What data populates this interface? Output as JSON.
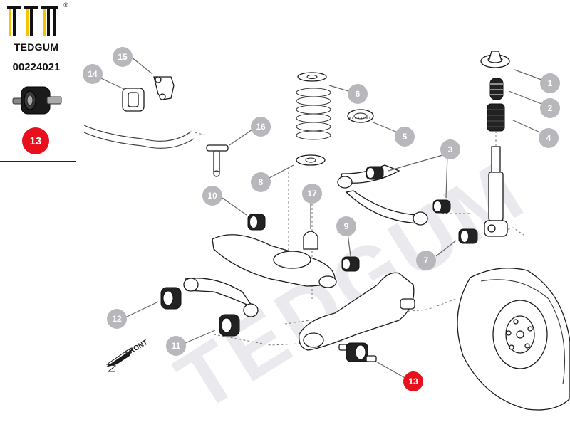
{
  "brand": {
    "name": "TEDGUM",
    "registered": "®",
    "part_number": "00224021",
    "badge_number": "13"
  },
  "watermark": "TEDGUM",
  "front_label": "FRONT",
  "colors": {
    "callout_gray": "#b7b7bc",
    "callout_red": "#e8101c",
    "watermark": "#e9e9ee",
    "line": "#1a1a1a"
  },
  "callouts": [
    {
      "id": "1",
      "label": "1"
    },
    {
      "id": "2",
      "label": "2"
    },
    {
      "id": "3",
      "label": "3"
    },
    {
      "id": "4",
      "label": "4"
    },
    {
      "id": "5",
      "label": "5"
    },
    {
      "id": "6",
      "label": "6"
    },
    {
      "id": "7",
      "label": "7"
    },
    {
      "id": "8",
      "label": "8"
    },
    {
      "id": "9",
      "label": "9"
    },
    {
      "id": "10",
      "label": "10"
    },
    {
      "id": "11",
      "label": "11"
    },
    {
      "id": "12",
      "label": "12"
    },
    {
      "id": "13",
      "label": "13"
    },
    {
      "id": "14",
      "label": "14"
    },
    {
      "id": "15",
      "label": "15"
    },
    {
      "id": "16",
      "label": "16"
    },
    {
      "id": "17",
      "label": "17"
    }
  ]
}
